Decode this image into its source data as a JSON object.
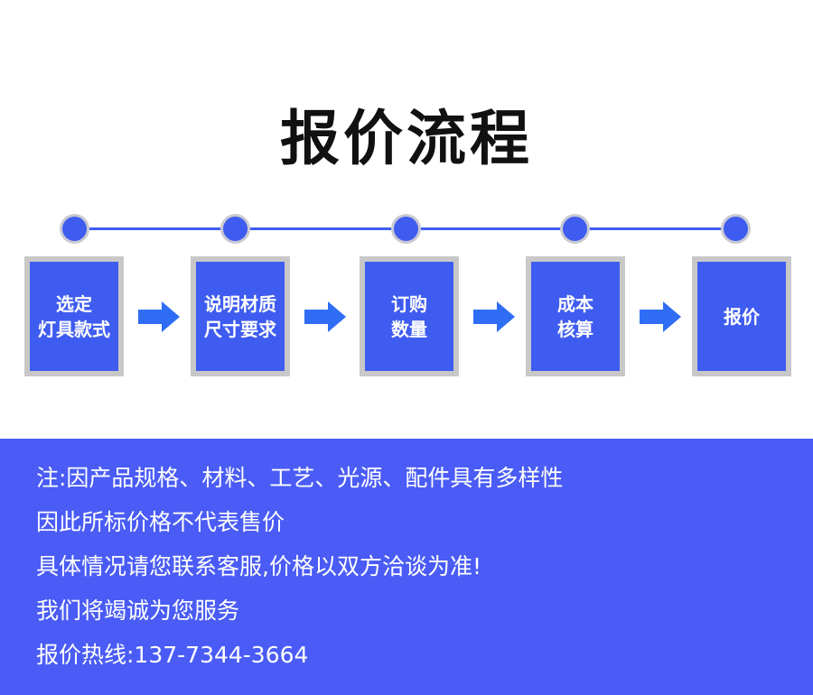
{
  "title": "报价流程",
  "colors": {
    "accent": "#3f5cf0",
    "panel": "#4a5cf5",
    "box_border": "#c8c8c8",
    "arrow": "#2f6df5"
  },
  "steps": [
    {
      "line1": "选定",
      "line2": "灯具款式"
    },
    {
      "line1": "说明材质",
      "line2": "尺寸要求"
    },
    {
      "line1": "订购",
      "line2": "数量"
    },
    {
      "line1": "成本",
      "line2": "核算"
    },
    {
      "line1": "报价",
      "line2": ""
    }
  ],
  "notes": [
    "注:因产品规格、材料、工艺、光源、配件具有多样性",
    "因此所标价格不代表售价",
    "具体情况请您联系客服,价格以双方洽谈为准!",
    "我们将竭诚为您服务",
    "报价热线:137-7344-3664"
  ]
}
